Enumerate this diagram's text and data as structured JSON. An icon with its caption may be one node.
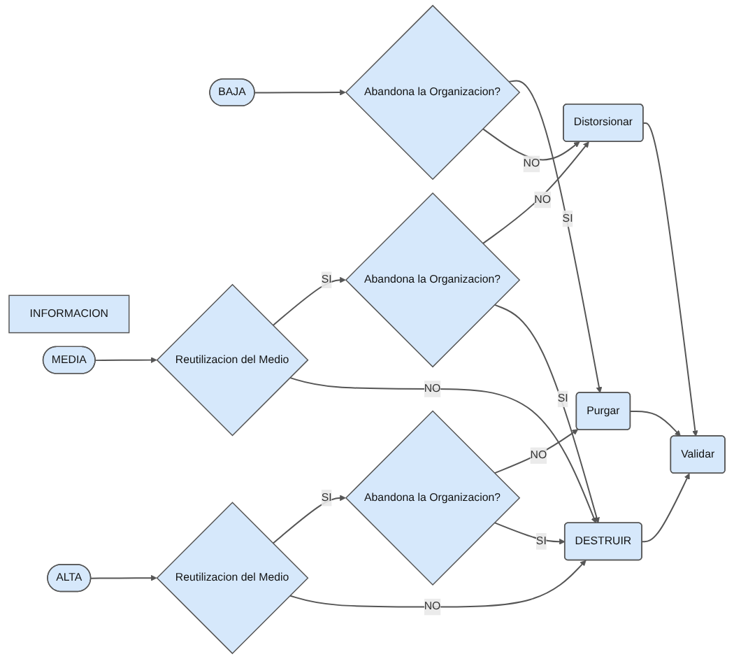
{
  "diagram": {
    "nodes": [
      {
        "text": [
          "INFORMACION"
        ]
      },
      {
        "text": [
          "BAJA"
        ]
      },
      {
        "text": [
          "Abandona la Organizacion?"
        ]
      },
      {
        "text": [
          "Purgar"
        ]
      },
      {
        "text": [
          "Distorsionar"
        ]
      },
      {
        "text": [
          "Validar"
        ]
      },
      {
        "text": [
          "MEDIA"
        ]
      },
      {
        "text": [
          "Reutilizacion del Medio"
        ]
      },
      {
        "text": [
          "Abandona la Organizacion?"
        ]
      },
      {
        "text": [
          "DESTRUIR"
        ]
      },
      {
        "text": [
          "ALTA"
        ]
      },
      {
        "text": [
          "Reutilizacion del Medio"
        ]
      },
      {
        "text": [
          "Abandona la Organizacion?"
        ]
      }
    ],
    "edges": [
      {
        "from": 1,
        "to": 2,
        "arrow": "to"
      },
      {
        "from": 2,
        "to": 3,
        "label": "SI",
        "arrow": "to"
      },
      {
        "from": 2,
        "to": 4,
        "label": "NO",
        "arrow": "to"
      },
      {
        "from": 3,
        "to": 5,
        "arrow": "to"
      },
      {
        "from": 4,
        "to": 5,
        "arrow": "to"
      },
      {
        "from": 6,
        "to": 7,
        "arrow": "to"
      },
      {
        "from": 7,
        "to": 8,
        "label": "SI",
        "arrow": "to"
      },
      {
        "from": 8,
        "to": 4,
        "label": "NO",
        "arrow": "to"
      },
      {
        "from": 8,
        "to": 9,
        "label": "SI",
        "arrow": "to"
      },
      {
        "from": 7,
        "to": 9,
        "label": "NO",
        "arrow": "to"
      },
      {
        "from": 9,
        "to": 5,
        "arrow": "to"
      },
      {
        "from": 10,
        "to": 11,
        "arrow": "to"
      },
      {
        "from": 11,
        "to": 12,
        "label": "SI",
        "arrow": "to"
      },
      {
        "from": 12,
        "to": 3,
        "label": "NO",
        "arrow": "to"
      },
      {
        "from": 12,
        "to": 9,
        "label": "SI",
        "arrow": "to"
      },
      {
        "from": 11,
        "to": 9,
        "label": "NO",
        "arrow": "to"
      }
    ]
  }
}
